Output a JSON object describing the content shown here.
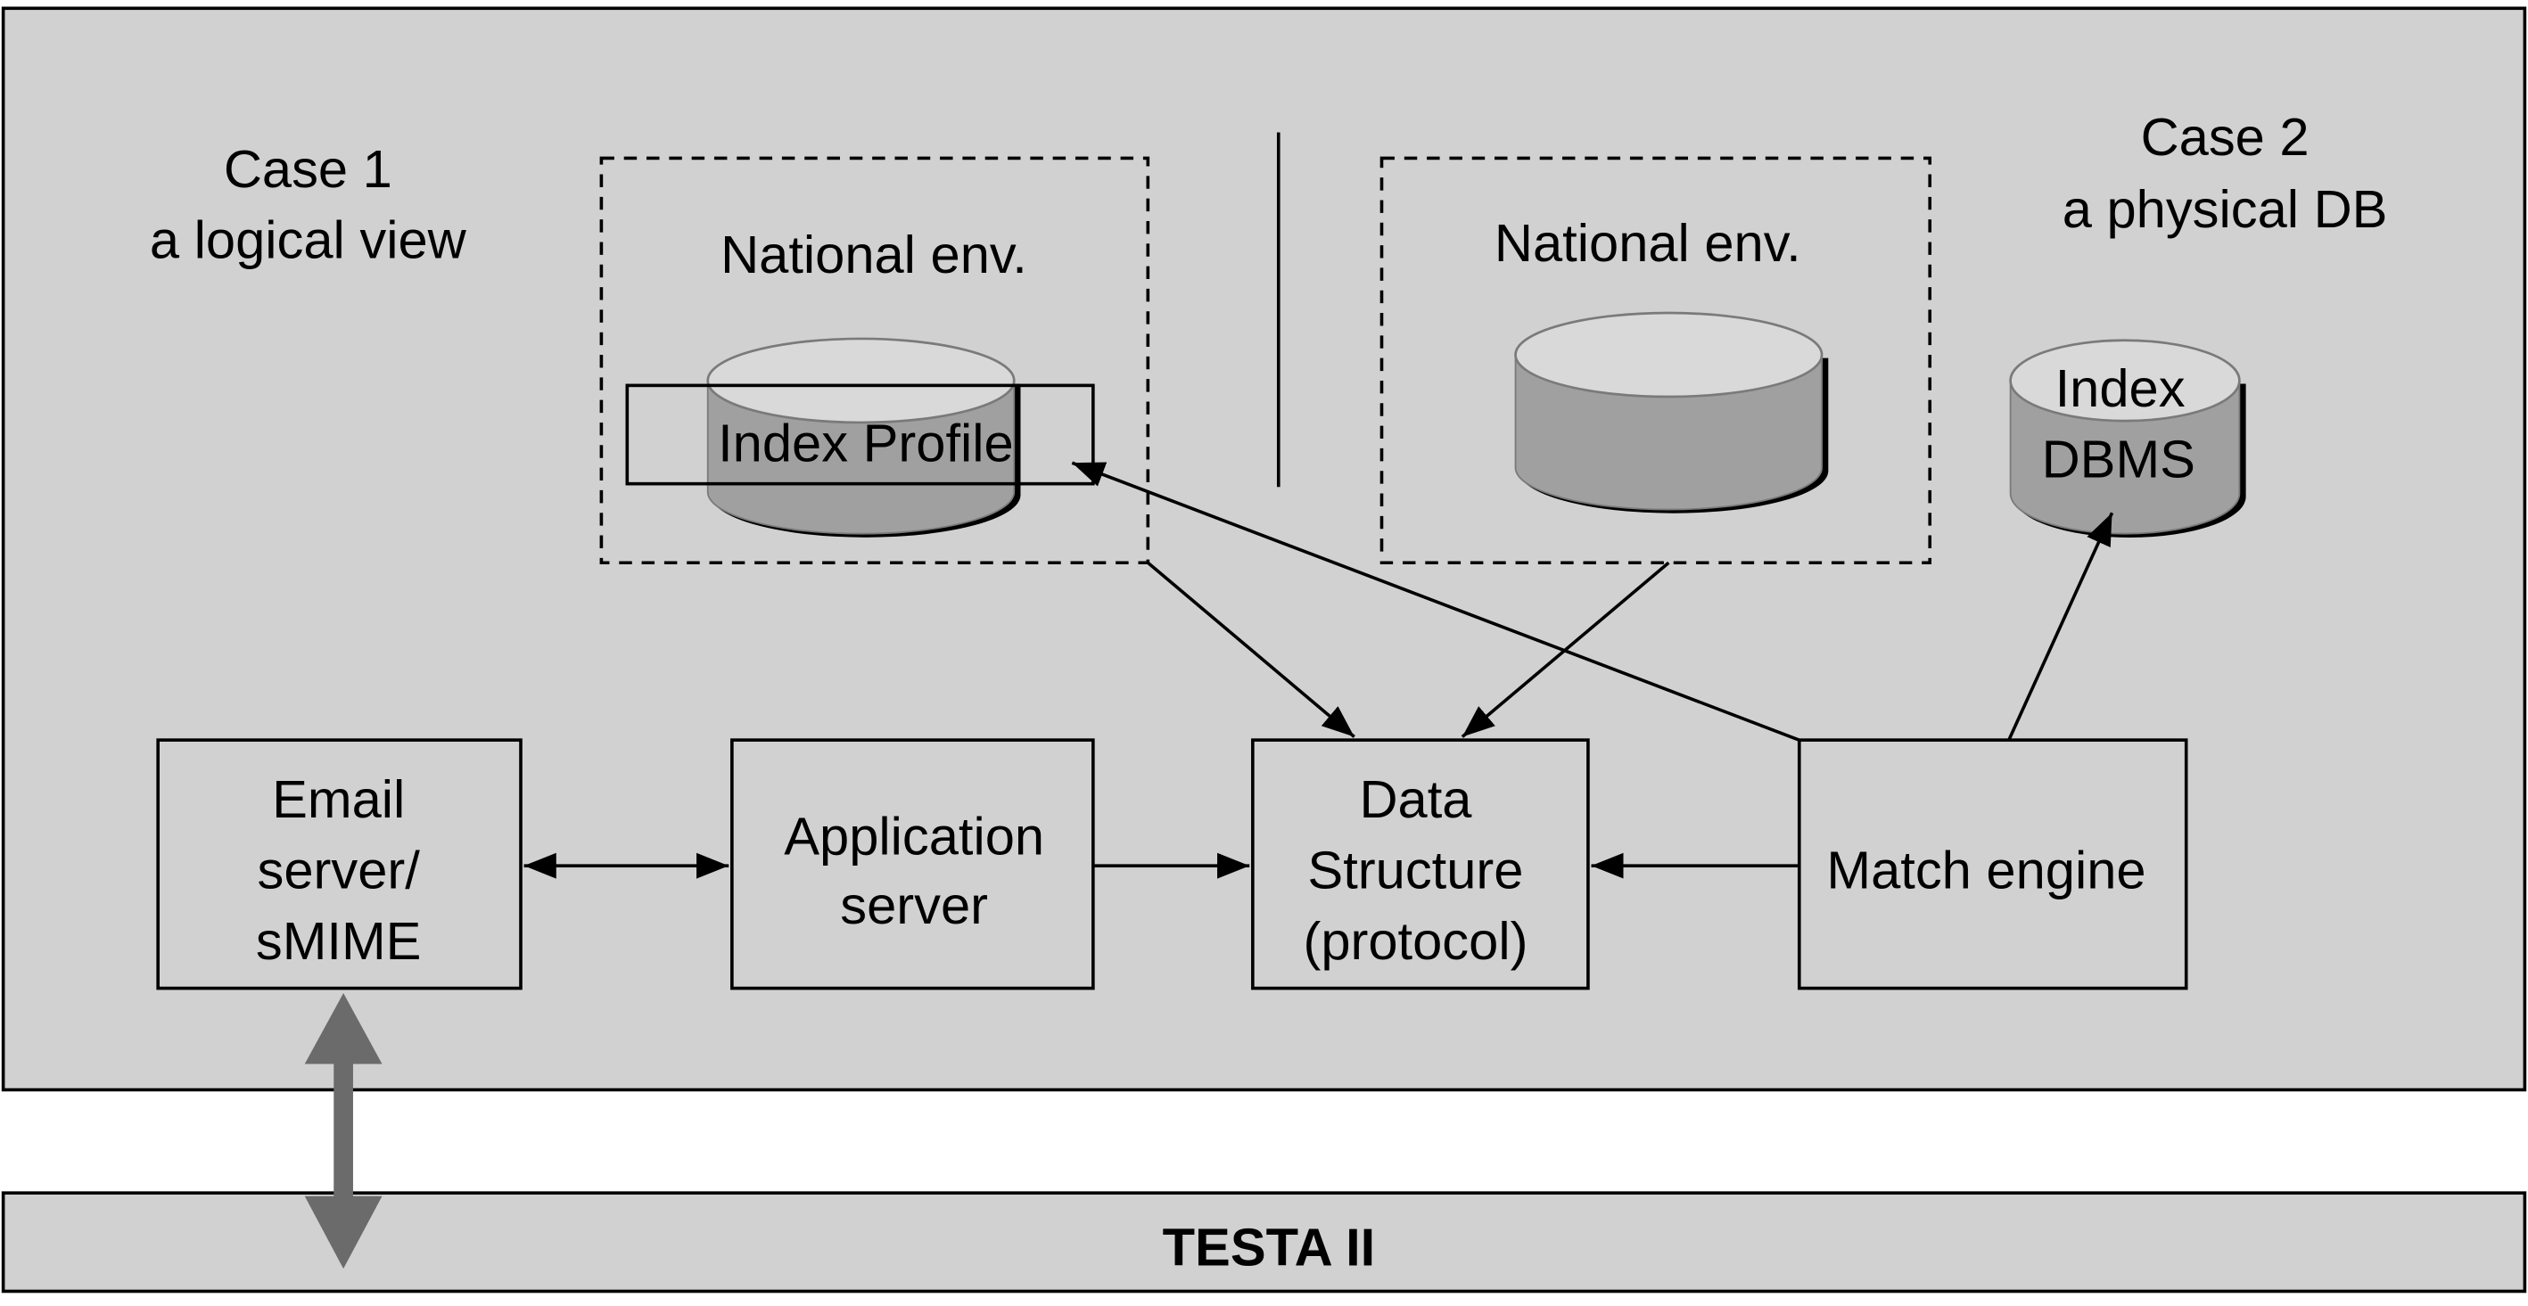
{
  "diagram": {
    "case1": {
      "line1": "Case 1",
      "line2": "a logical view"
    },
    "case2": {
      "line1": "Case 2",
      "line2": "a physical DB"
    },
    "national_env_left": {
      "label": "National env."
    },
    "national_env_right": {
      "label": "National env."
    },
    "index_profile": {
      "label": "Index Profile"
    },
    "index_dbms": {
      "line1": "Index",
      "line2": "DBMS"
    },
    "email_server": {
      "lines": [
        "Email",
        "server/",
        "sMIME"
      ]
    },
    "application_server": {
      "lines": [
        "Application",
        "server"
      ]
    },
    "data_structure": {
      "lines": [
        "Data",
        "Structure",
        "(protocol)"
      ]
    },
    "match_engine": {
      "label": "Match engine"
    },
    "testa": {
      "label": "TESTA II"
    },
    "connections": [
      {
        "from": "email_server",
        "to": "application_server",
        "type": "bidirectional"
      },
      {
        "from": "application_server",
        "to": "data_structure",
        "type": "directed"
      },
      {
        "from": "match_engine",
        "to": "data_structure",
        "type": "directed"
      },
      {
        "from": "national_env_left",
        "to": "data_structure",
        "type": "directed"
      },
      {
        "from": "national_env_right",
        "to": "data_structure",
        "type": "directed"
      },
      {
        "from": "match_engine",
        "to": "index_profile",
        "type": "directed"
      },
      {
        "from": "match_engine",
        "to": "index_dbms",
        "type": "directed"
      },
      {
        "from": "email_server",
        "to": "testa",
        "type": "bidirectional-thick"
      }
    ],
    "colors": {
      "panel_fill": "#d1d1d1",
      "cylinder_top": "#d9d9d9",
      "cylinder_body": "#a0a0a0",
      "thick_arrow": "#6b6b6b",
      "stroke": "#000000"
    }
  }
}
